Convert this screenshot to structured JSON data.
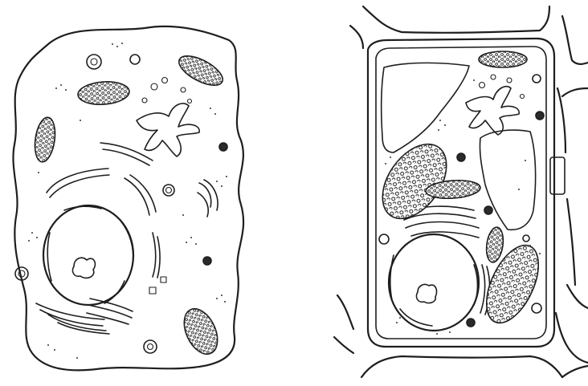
{
  "figure": {
    "panels": [
      {
        "id": "animal-cell",
        "organelles": [
          "cell-membrane",
          "nucleus",
          "nucleolus",
          "mitochondria",
          "golgi-apparatus",
          "endoplasmic-reticulum",
          "vesicles",
          "lysosomes",
          "cytoplasm-granules"
        ]
      },
      {
        "id": "plant-cell",
        "organelles": [
          "cell-wall",
          "cell-membrane",
          "central-vacuole",
          "nucleus",
          "nucleolus",
          "chloroplasts",
          "mitochondria",
          "golgi-apparatus",
          "endoplasmic-reticulum",
          "cytoplasm-granules"
        ]
      }
    ],
    "colors": {
      "ink": "#1e1e1e",
      "background": "#ffffff"
    }
  }
}
